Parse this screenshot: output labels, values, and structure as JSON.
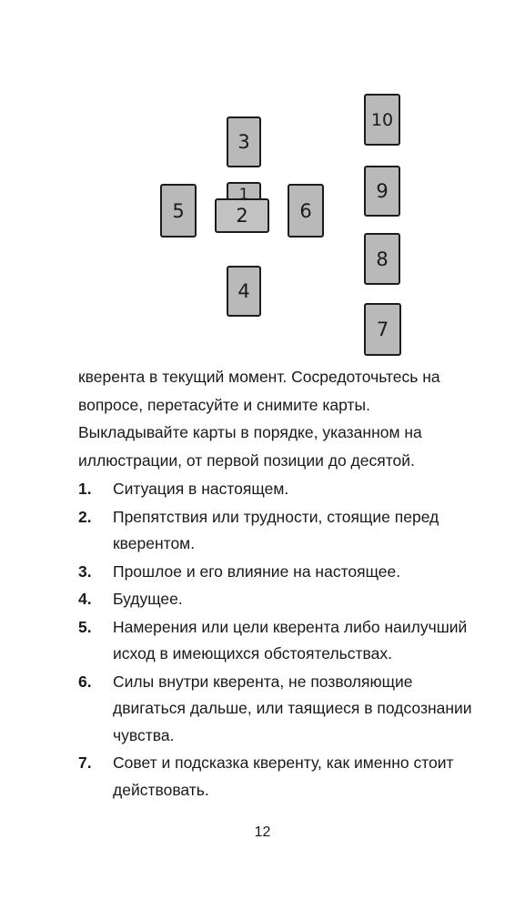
{
  "figure": {
    "cards": [
      {
        "id": "1",
        "label": "1"
      },
      {
        "id": "2",
        "label": "2"
      },
      {
        "id": "3",
        "label": "3"
      },
      {
        "id": "4",
        "label": "4"
      },
      {
        "id": "5",
        "label": "5"
      },
      {
        "id": "6",
        "label": "6"
      },
      {
        "id": "7",
        "label": "7"
      },
      {
        "id": "8",
        "label": "8"
      },
      {
        "id": "9",
        "label": "9"
      },
      {
        "id": "10",
        "label": "10"
      }
    ]
  },
  "intro_text": "кверента в текущий момент. Сосредоточьтесь на вопросе, перетасуйте и снимите карты. Выкладывайте карты в порядке, указанном на иллюстрации, от первой позиции до десятой.",
  "positions": [
    {
      "num": "1.",
      "text": "Ситуация в настоящем."
    },
    {
      "num": "2.",
      "text": "Препятствия или трудности, стоящие перед кверентом."
    },
    {
      "num": "3.",
      "text": "Прошлое и его влияние на настоящее."
    },
    {
      "num": "4.",
      "text": "Будущее."
    },
    {
      "num": "5.",
      "text": "Намерения или цели кверента либо наилучший исход в имеющихся обстоятельствах."
    },
    {
      "num": "6.",
      "text": "Силы внутри кверента, не позволяющие двигаться дальше, или таящиеся в подсознании чувства."
    },
    {
      "num": "7.",
      "text": "Совет и подсказка кверенту, как именно стоит действовать."
    }
  ],
  "page_number": "12"
}
